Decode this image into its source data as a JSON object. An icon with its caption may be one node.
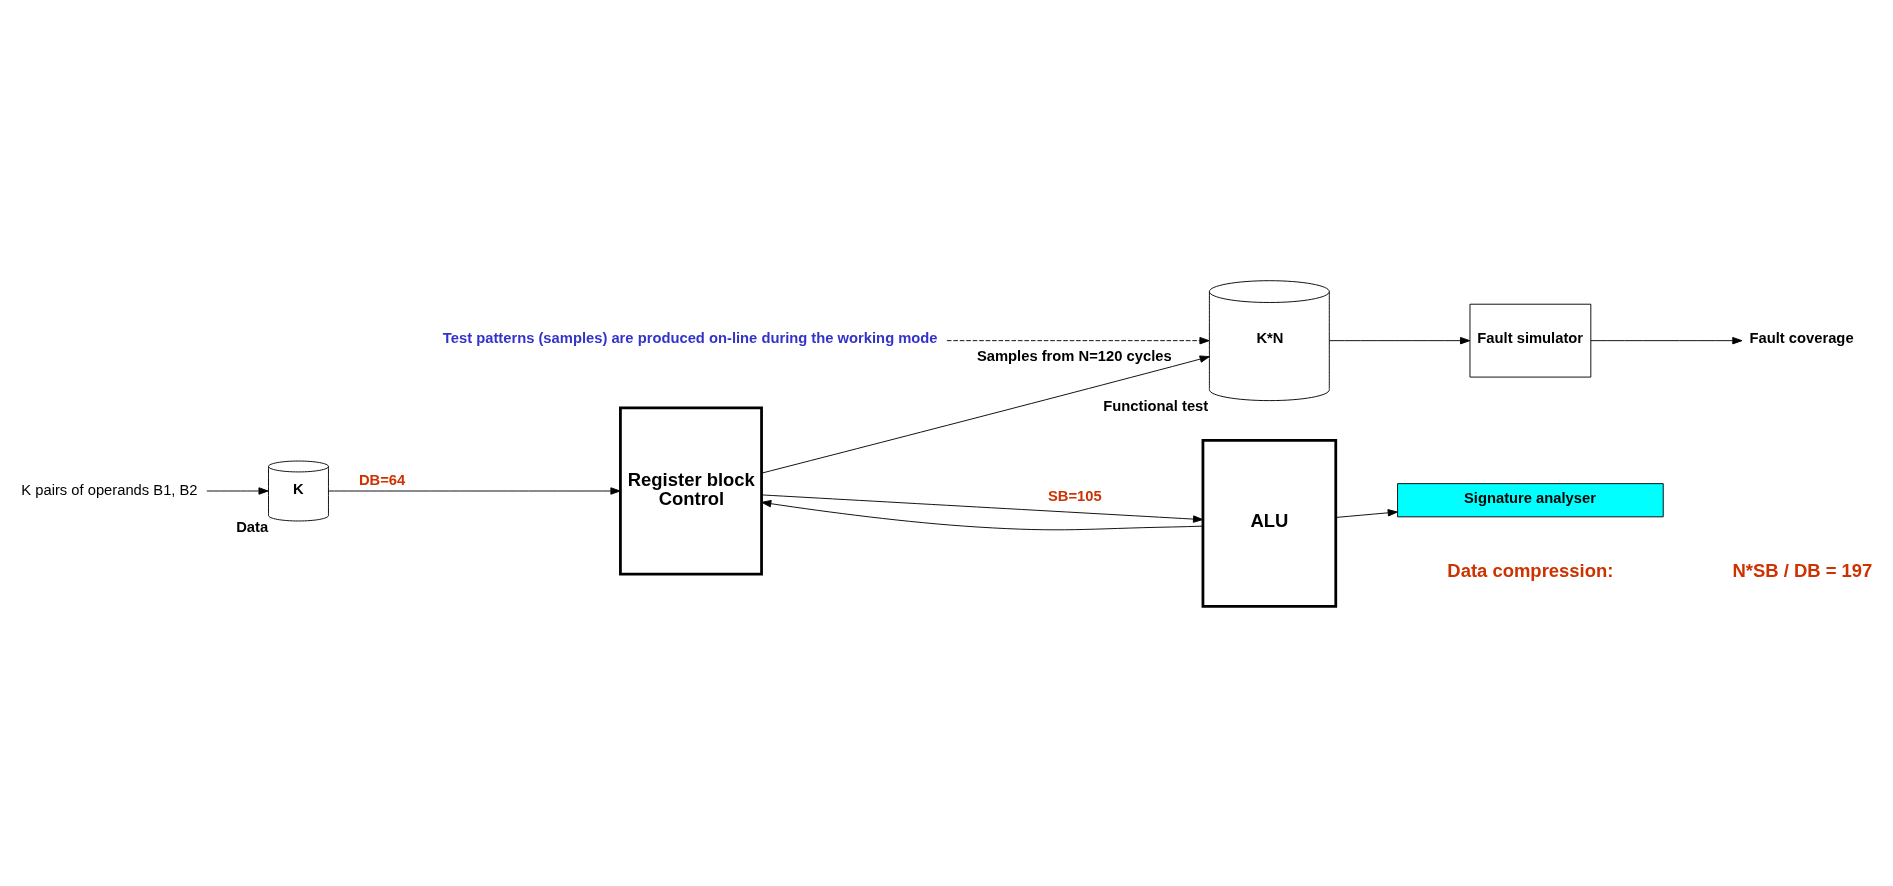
{
  "diagram": {
    "nodes": [
      {
        "text": [
          "Register block",
          "Control"
        ]
      },
      {
        "text": [
          "ALU"
        ]
      },
      {
        "text": [
          "K*N"
        ],
        "beside": [
          "Functional test"
        ]
      },
      {
        "text": [
          "Fault simulator"
        ]
      },
      {
        "text": [
          "Fault coverage"
        ]
      },
      {
        "text": [
          "Signature analyser"
        ]
      },
      {
        "text": [
          "K"
        ],
        "beside": [
          "Data"
        ]
      },
      {
        "text": [
          "K pairs of operands B1, B2"
        ]
      },
      {
        "text": [
          "Test patterns (samples) are produced on-line during the working mode"
        ]
      }
    ],
    "edges": [
      {
        "from": 0,
        "to": 2,
        "arrow": "to",
        "label": "Samples from N=120 cycles"
      },
      {
        "from": 0,
        "to": 1,
        "arrow": "to",
        "label": "SB=105"
      },
      {
        "from": 2,
        "to": 3,
        "arrow": "to"
      },
      {
        "from": 3,
        "to": 4,
        "arrow": "to"
      },
      {
        "from": 1,
        "to": 5,
        "arrow": "to"
      },
      {
        "from": 1,
        "to": 0,
        "arrow": "to"
      },
      {
        "from": 6,
        "to": 0,
        "arrow": "to",
        "label": "DB=64"
      },
      {
        "from": 7,
        "to": 6,
        "arrow": "to"
      },
      {
        "from": 8,
        "to": 2,
        "arrow": "to",
        "style": "dashed"
      }
    ],
    "labels": [
      "Data compression:",
      "N*SB / DB = 197"
    ]
  }
}
